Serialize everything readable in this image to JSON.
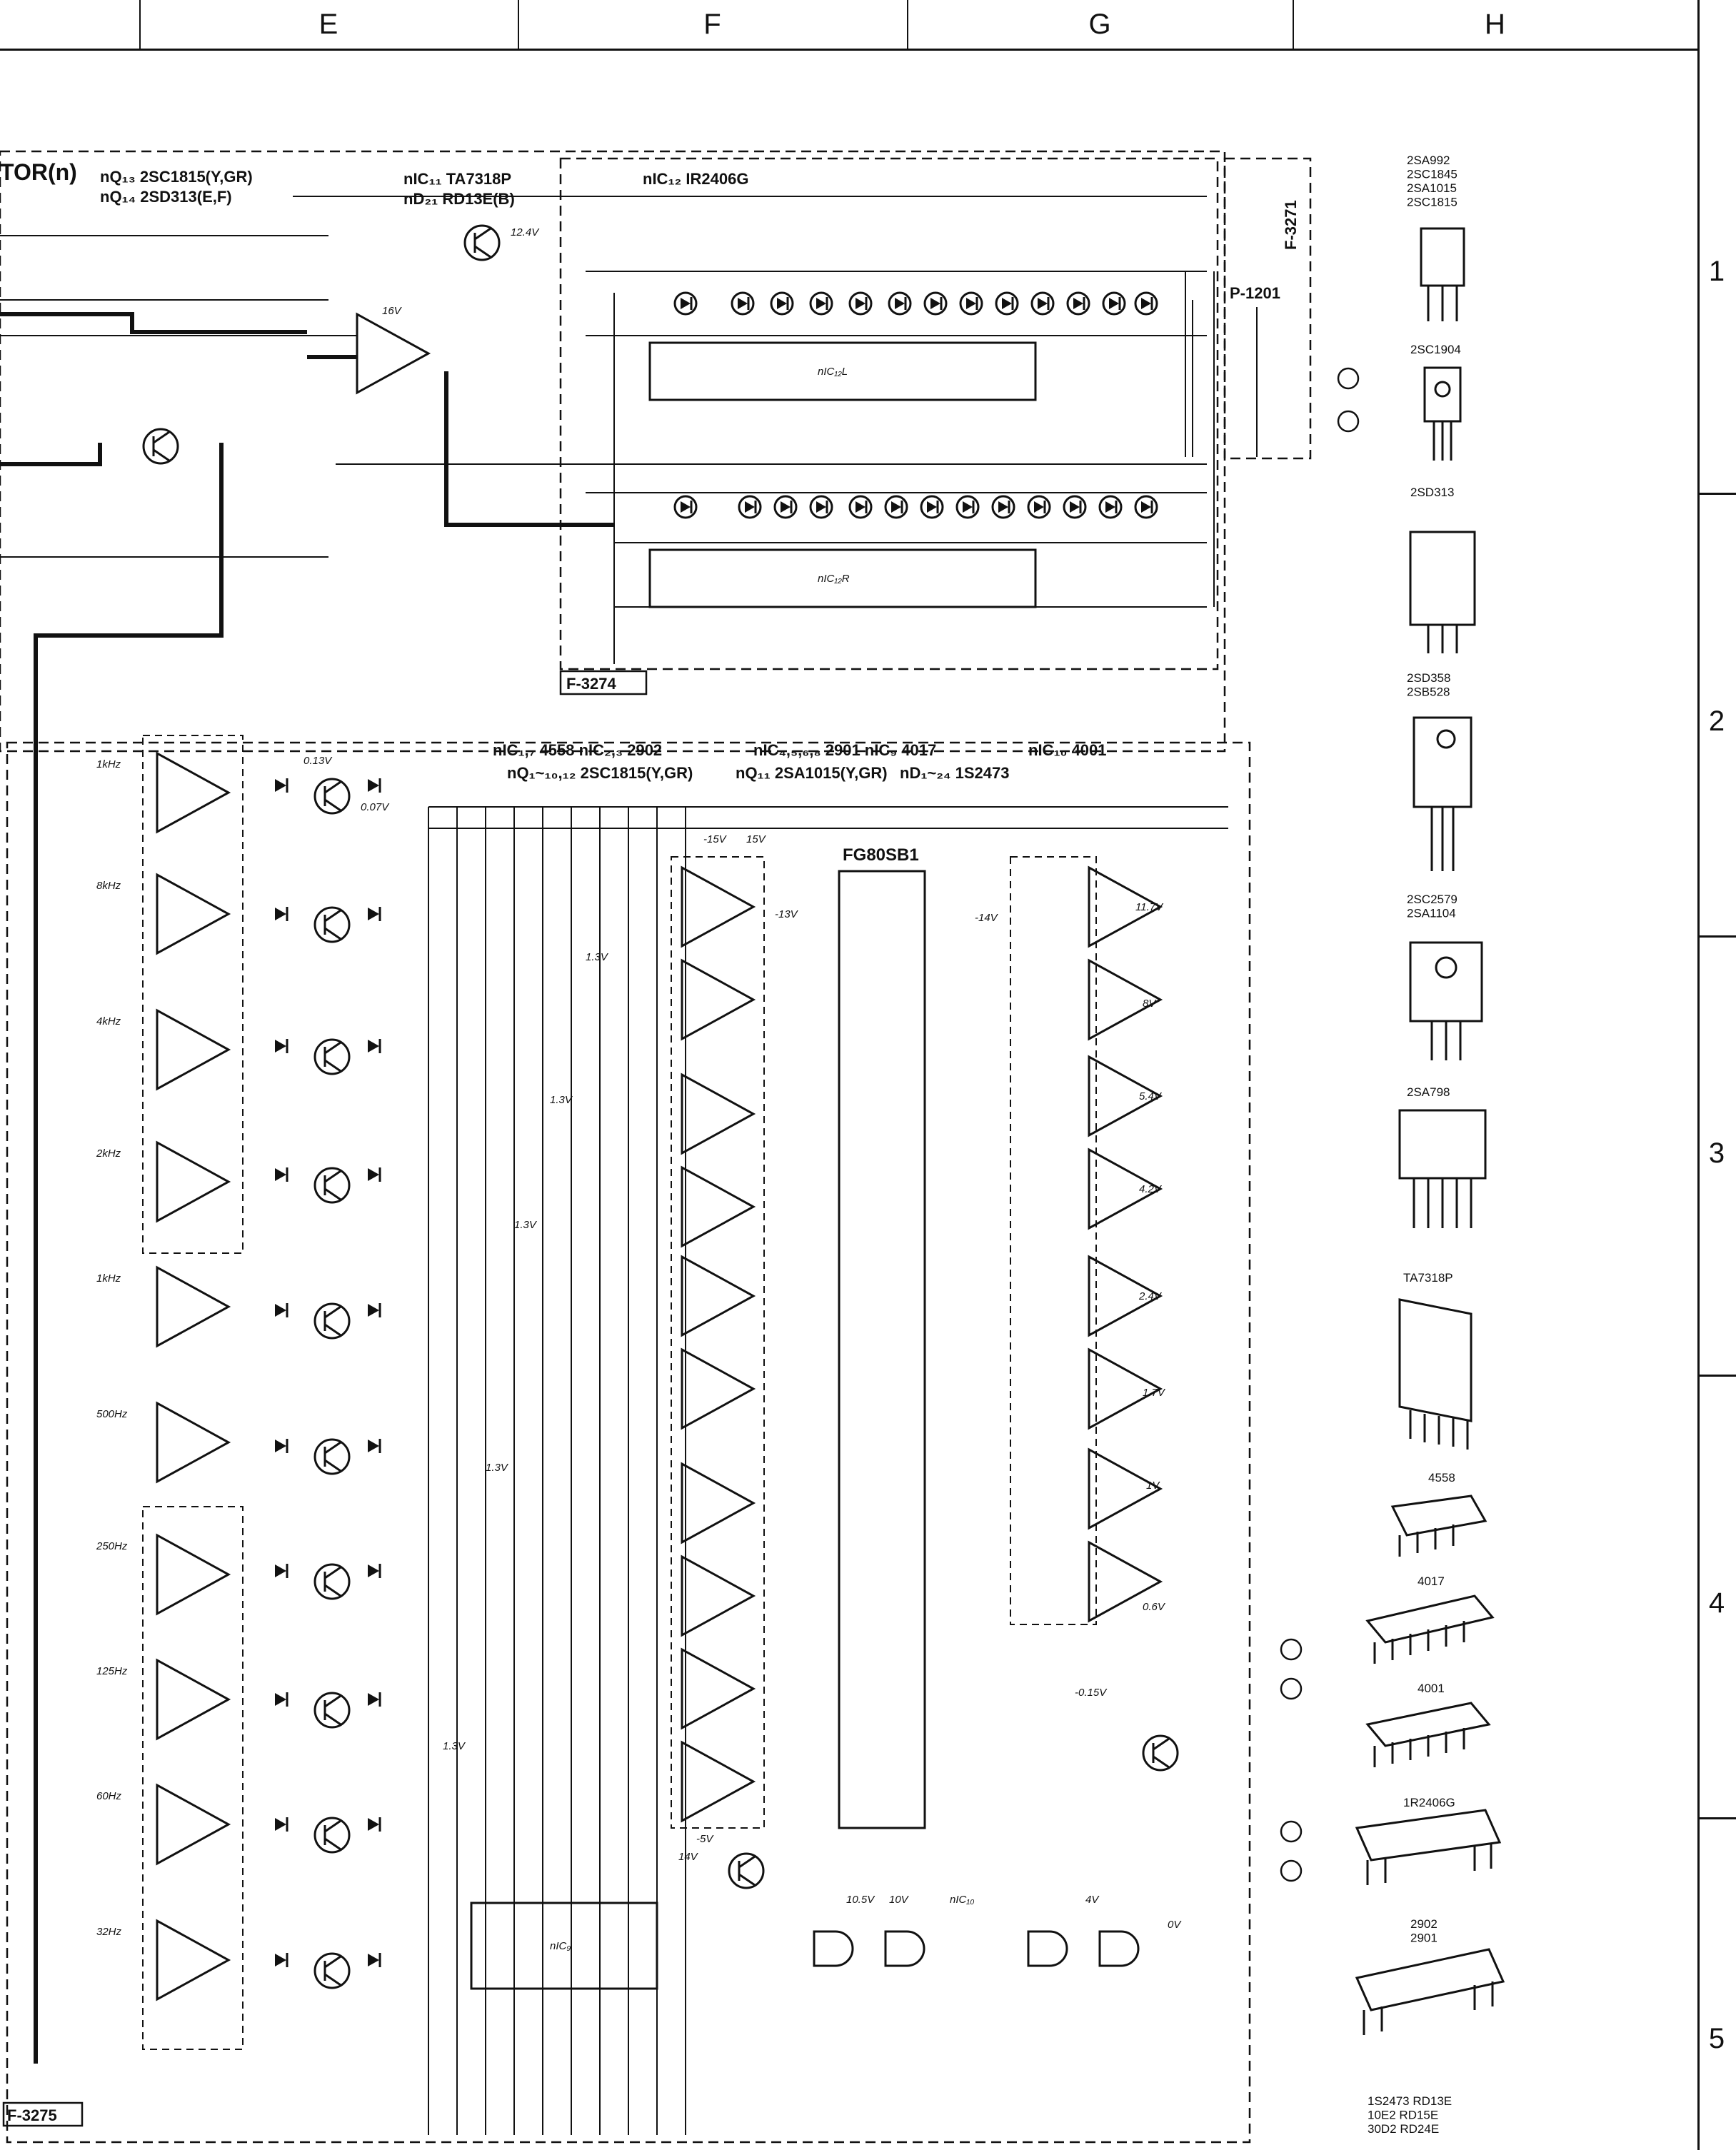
{
  "columns": [
    "E",
    "F",
    "G",
    "H"
  ],
  "rows": [
    "1",
    "2",
    "3",
    "4",
    "5"
  ],
  "boards": {
    "f3274": "F-3274",
    "f3275": "F-3275",
    "f3271": "F-3271",
    "p1201": "P-1201"
  },
  "header_labels": {
    "indicator": "TOR(n)",
    "q13": "nQ₁₃ 2SC1815(Y,GR)",
    "q14": "nQ₁₄ 2SD313(E,F)",
    "ic11": "nIC₁₁ TA7318P",
    "d21": "nD₂₁ RD13E(B)",
    "ic12": "nIC₁₂ IR2406G",
    "ic_line1": "nIC₁,₇ 4558   nIC₂,₃ 2902",
    "ic_line1b": "nIC₄,₅,₆,₈ 2901   nIC₉ 4017",
    "ic_line1c": "nIC₁₀ 4001",
    "ic_line2": "nQ₁~₁₀,₁₂ 2SC1815(Y,GR)",
    "ic_line2b": "nQ₁₁ 2SA1015(Y,GR)",
    "ic_line2c": "nD₁~₂₄ 1S2473",
    "fg": "FG80SB1",
    "ic12l": "nIC₁₂L",
    "ic12r": "nIC₁₂R",
    "ic9": "nIC₉",
    "ic10": "nIC₁₀"
  },
  "filter_bands": [
    "1kHz",
    "8kHz",
    "4kHz",
    "2kHz",
    "1kHz",
    "500Hz",
    "250Hz",
    "125Hz",
    "60Hz",
    "32Hz"
  ],
  "voltages": {
    "v_013": "0.13V",
    "v_007": "0.07V",
    "v_13": "1.3V",
    "v_n13": "-13V",
    "v_n14": "-14V",
    "v_n15": "-15V",
    "v_15": "15V",
    "v_14": "14V",
    "v_16": "16V",
    "v_124": "12.4V",
    "v_n5": "-5V",
    "v_105": "10.5V",
    "v_10": "10V",
    "v_4": "4V",
    "v_117": "11.7V",
    "v_8": "8V",
    "v_54": "5.4V",
    "v_42": "4.2V",
    "v_24": "2.4V",
    "v_17": "1.7V",
    "v_1": "1V",
    "v_06": "0.6V",
    "v_n015": "-0.15V",
    "v_0": "0V"
  },
  "package_parts": [
    {
      "name": "2SA992\n2SC1845\n2SA1015\n2SC1815"
    },
    {
      "name": "2SC1904"
    },
    {
      "name": "2SD313"
    },
    {
      "name": "2SD358\n2SB528"
    },
    {
      "name": "2SC2579\n2SA1104"
    },
    {
      "name": "2SA798"
    },
    {
      "name": "TA7318P"
    },
    {
      "name": "4558"
    },
    {
      "name": "4017"
    },
    {
      "name": "4001"
    },
    {
      "name": "1R2406G"
    },
    {
      "name": "2902\n2901"
    }
  ],
  "footer_parts": "1S2473   RD13E\n10E2     RD15E\n30D2     RD24E"
}
